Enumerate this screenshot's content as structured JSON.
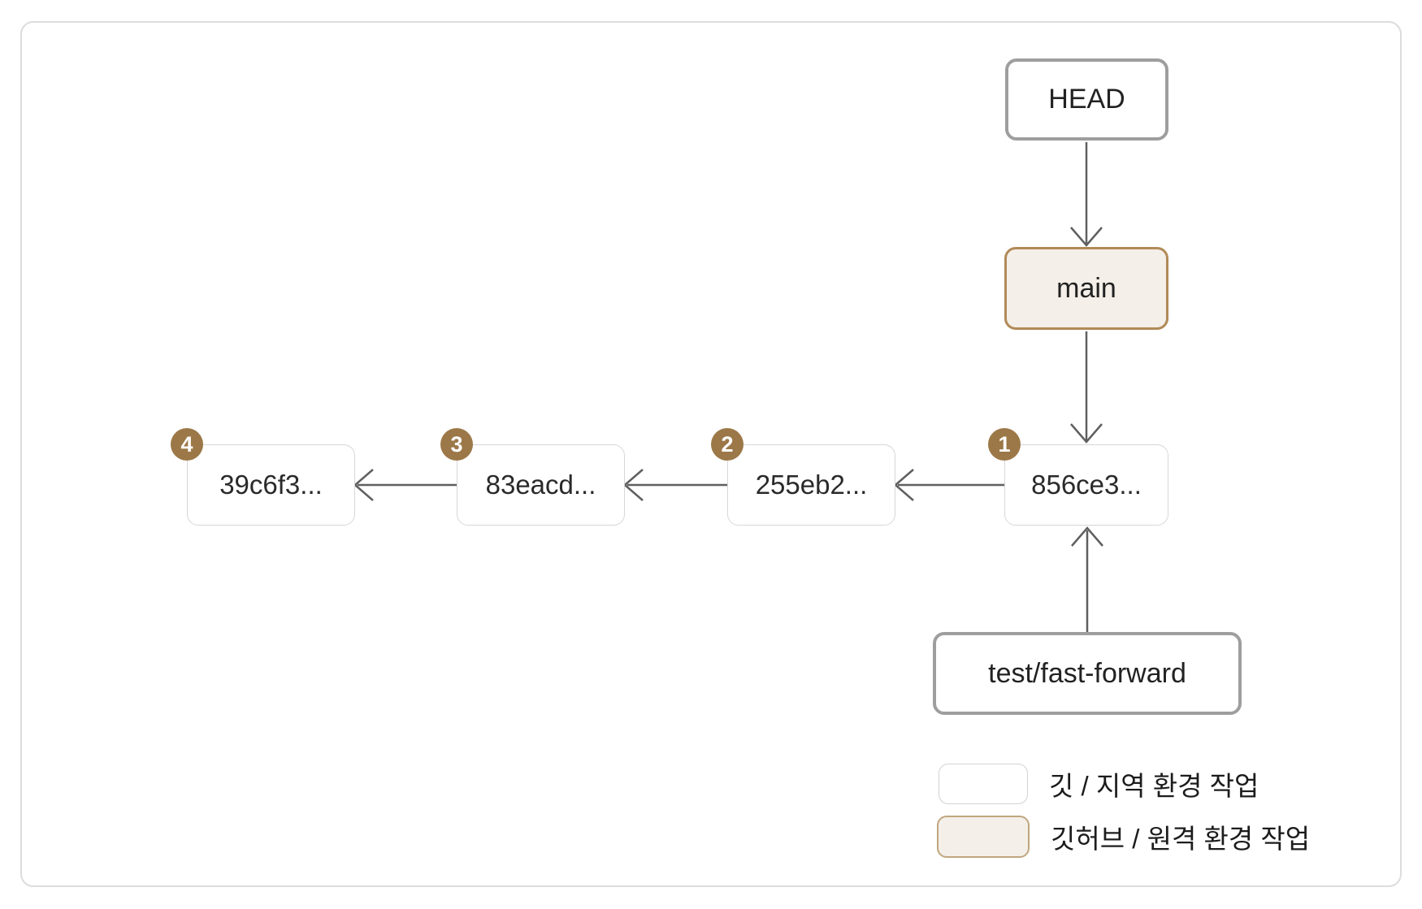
{
  "diagram": {
    "head": {
      "label": "HEAD"
    },
    "main": {
      "label": "main"
    },
    "branch": {
      "label": "test/fast-forward"
    },
    "commits": [
      {
        "badge": "1",
        "label": "856ce3..."
      },
      {
        "badge": "2",
        "label": "255eb2..."
      },
      {
        "badge": "3",
        "label": "83eacd..."
      },
      {
        "badge": "4",
        "label": "39c6f3..."
      }
    ],
    "legend": [
      {
        "label": "깃 / 지역 환경 작업"
      },
      {
        "label": "깃허브 / 원격 환경 작업"
      }
    ],
    "colors": {
      "badge": "#9c7848",
      "remote_fill": "#f4efe8",
      "remote_border": "#b18a58",
      "local_border": "#d7d7d7",
      "ref_border": "#9e9e9e",
      "arrow": "#5f5f5f"
    }
  }
}
